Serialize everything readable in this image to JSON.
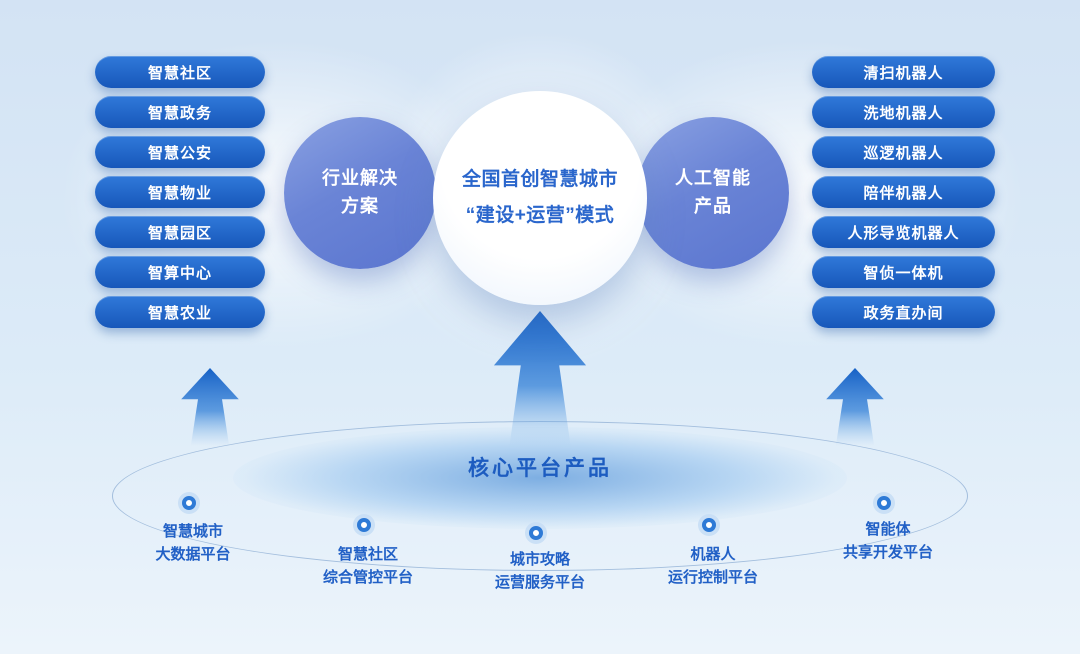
{
  "colors": {
    "background": "#dcebf8",
    "pill_blue_top": "#3079da",
    "pill_blue_bottom": "#1757ba",
    "circle_blue": "#5a75cf",
    "accent_text_blue": "#2a66cc",
    "label_blue": "#2160c6",
    "arrow_blue": "#1661c6"
  },
  "left_pills": {
    "items": [
      {
        "label": "智慧社区"
      },
      {
        "label": "智慧政务"
      },
      {
        "label": "智慧公安"
      },
      {
        "label": "智慧物业"
      },
      {
        "label": "智慧园区"
      },
      {
        "label": "智算中心"
      },
      {
        "label": "智慧农业"
      }
    ]
  },
  "right_pills": {
    "items": [
      {
        "label": "清扫机器人"
      },
      {
        "label": "洗地机器人"
      },
      {
        "label": "巡逻机器人"
      },
      {
        "label": "陪伴机器人"
      },
      {
        "label": "人形导览机器人"
      },
      {
        "label": "智侦一体机"
      },
      {
        "label": "政务直办间"
      }
    ]
  },
  "circles": {
    "left": {
      "line1": "行业解决",
      "line2": "方案"
    },
    "center": {
      "line1": "全国首创智慧城市",
      "line2": "“建设+运营”模式"
    },
    "right": {
      "line1": "人工智能",
      "line2": "产品"
    }
  },
  "platform": {
    "title": "核心平台产品",
    "nodes": [
      {
        "line1": "智慧城市",
        "line2": "大数据平台"
      },
      {
        "line1": "智慧社区",
        "line2": "综合管控平台"
      },
      {
        "line1": "城市攻略",
        "line2": "运营服务平台"
      },
      {
        "line1": "机器人",
        "line2": "运行控制平台"
      },
      {
        "line1": "智能体",
        "line2": "共享开发平台"
      }
    ]
  }
}
